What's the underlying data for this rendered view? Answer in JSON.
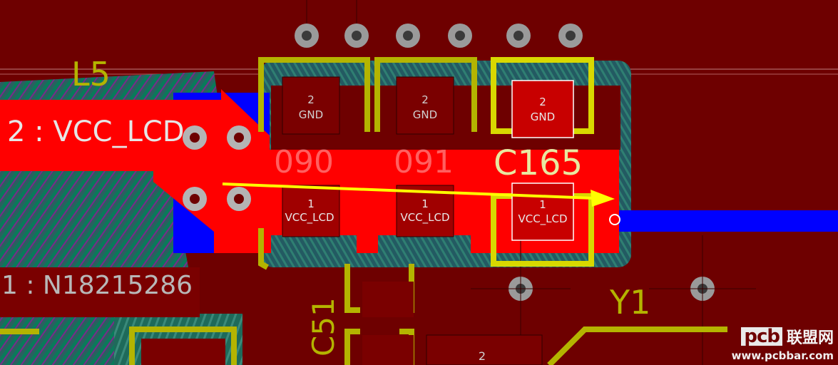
{
  "net_labels": {
    "vcc_lcd": "2 : VCC_LCD",
    "n18215286": "1 : N18215286"
  },
  "designators": {
    "l5": "L5",
    "c165": "C165",
    "c51": "C51",
    "y1": "Y1",
    "partial_left": "090",
    "partial_mid": "091"
  },
  "pads": [
    {
      "pin": "2",
      "net": "GND"
    },
    {
      "pin": "2",
      "net": "GND"
    },
    {
      "pin": "2",
      "net": "GND"
    },
    {
      "pin": "1",
      "net": "VCC_LCD"
    },
    {
      "pin": "1",
      "net": "VCC_LCD"
    },
    {
      "pin": "1",
      "net": "VCC_LCD"
    }
  ],
  "bottom_pad": {
    "pin": "2"
  },
  "watermark": {
    "logo": "pcb",
    "cn": "联盟网",
    "url": "www.pcbbar.com"
  },
  "colors": {
    "board": "#6e0000",
    "top_copper": "#ff0000",
    "bottom_copper": "#0000ff",
    "silkscreen": "#b4b400",
    "arrow": "#ffff00"
  }
}
